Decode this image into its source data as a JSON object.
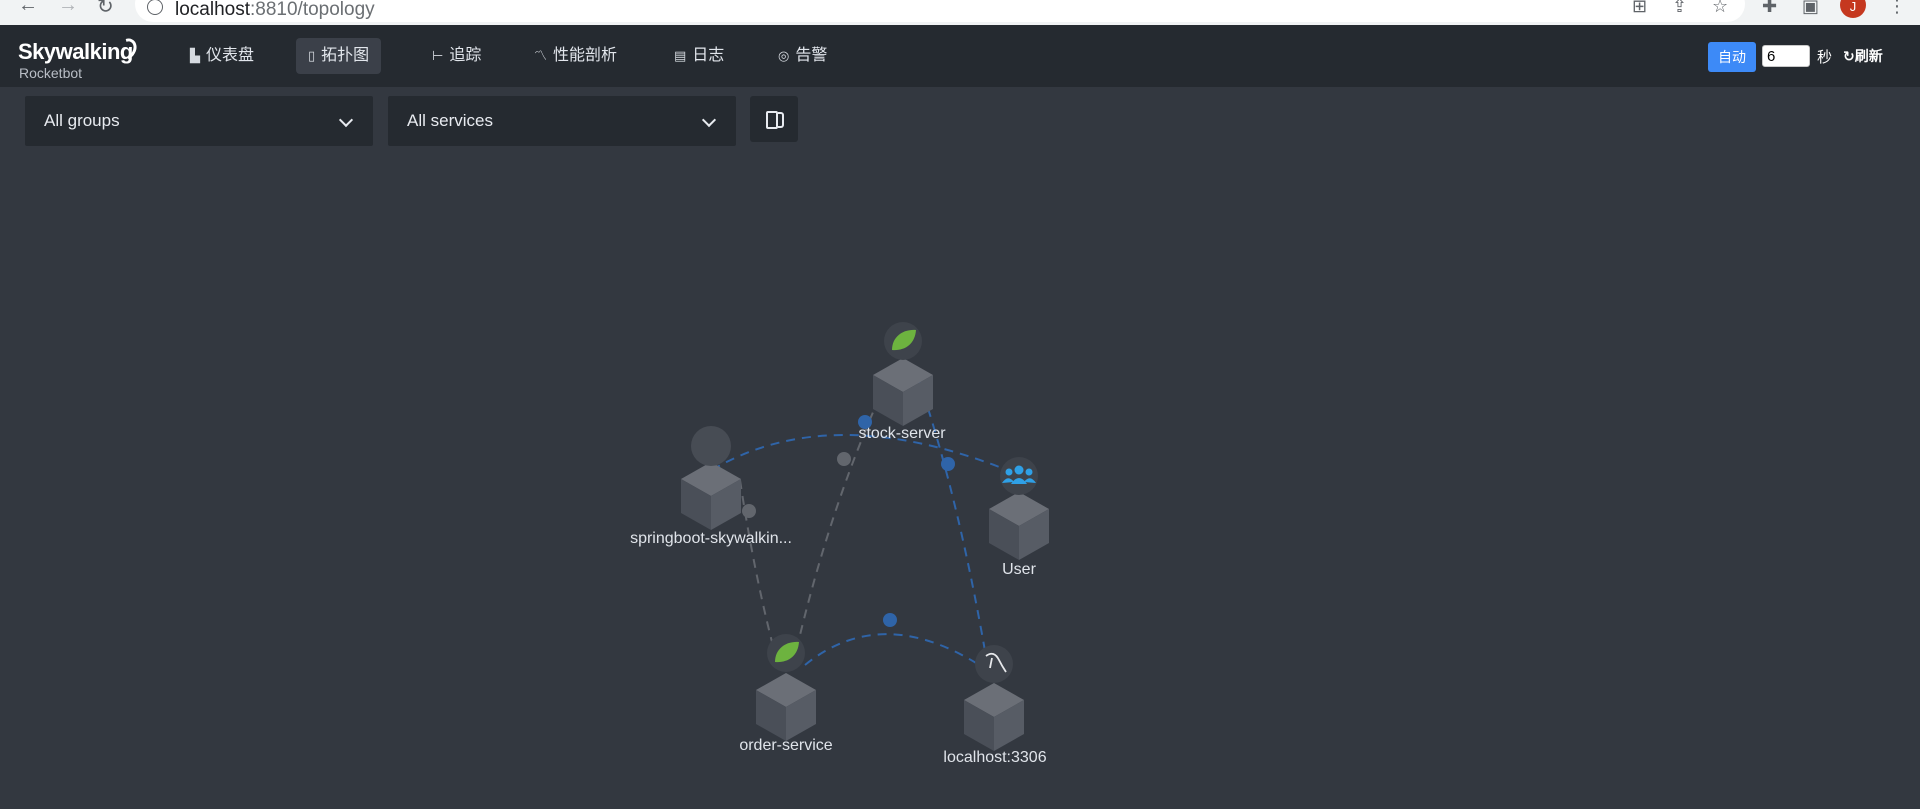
{
  "browser": {
    "url_host": "localhost",
    "url_rest": ":8810/topology",
    "avatar_letter": "J"
  },
  "header": {
    "logo": "Skywalking",
    "logo_sub": "Rocketbot",
    "nav": [
      {
        "label": "仪表盘",
        "icon": "bar-chart-icon"
      },
      {
        "label": "拓扑图",
        "icon": "topology-icon",
        "active": true
      },
      {
        "label": "追踪",
        "icon": "trace-icon"
      },
      {
        "label": "性能剖析",
        "icon": "profile-icon"
      },
      {
        "label": "日志",
        "icon": "log-icon"
      },
      {
        "label": "告警",
        "icon": "alarm-icon"
      }
    ],
    "auto_label": "自动",
    "interval_value": "6",
    "interval_unit": "秒",
    "refresh_label": "刷新"
  },
  "toolbar": {
    "group_select": "All groups",
    "service_select": "All services"
  },
  "topology": {
    "nodes": [
      {
        "id": "stock-server",
        "label": "stock-server",
        "icon": "spring-leaf-icon"
      },
      {
        "id": "springboot",
        "label": "springboot-skywalkin...",
        "icon": "unknown-service-icon"
      },
      {
        "id": "user",
        "label": "User",
        "icon": "users-icon"
      },
      {
        "id": "order-service",
        "label": "order-service",
        "icon": "spring-leaf-icon"
      },
      {
        "id": "mysql",
        "label": "localhost:3306",
        "icon": "mysql-dolphin-icon"
      }
    ]
  },
  "colors": {
    "bg": "#333840",
    "header": "#252a30",
    "accent": "#3d8af7",
    "edge_blue": "#2f64a8",
    "edge_gray": "#62666d",
    "spring": "#6db33f",
    "users": "#2fa0e6"
  }
}
